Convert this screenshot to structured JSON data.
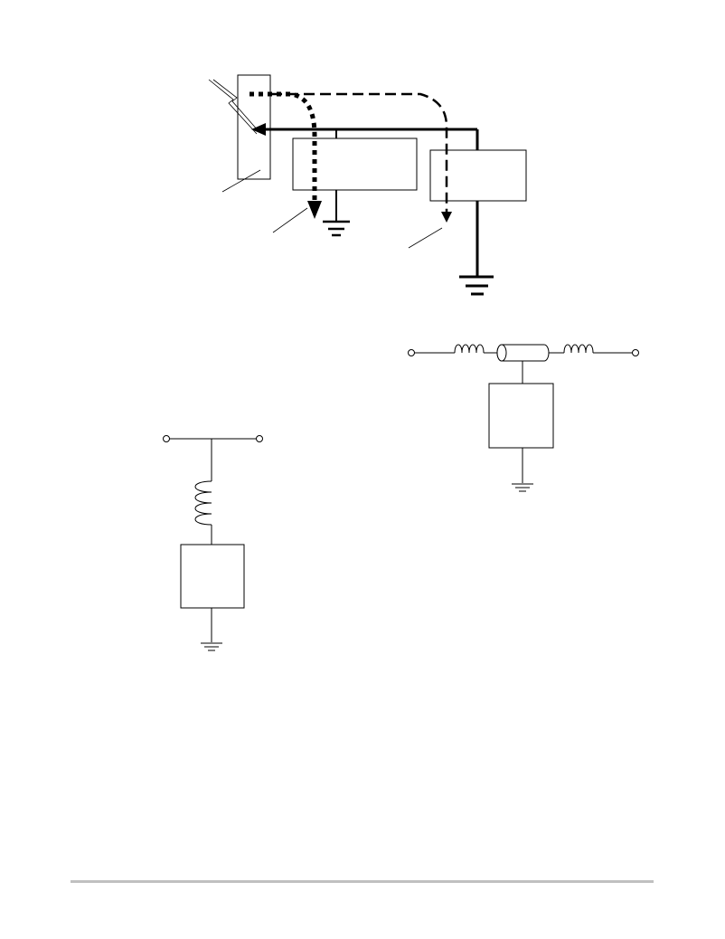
{
  "colors": {
    "ink": "#000000",
    "background": "#ffffff",
    "footer_rule": "#c0c0c0"
  },
  "diagrams": [
    {
      "id": "esd-current-path",
      "elements": [
        "connector-pin",
        "esd-zap-symbol",
        "component-box-1",
        "component-box-2",
        "signal-trace-arrow",
        "dotted-current-path",
        "dashed-current-path",
        "ground-symbol-1",
        "ground-symbol-2",
        "leader-lines"
      ]
    },
    {
      "id": "inductor-shunt-circuit",
      "elements": [
        "input-terminal",
        "output-terminal",
        "series-line",
        "vertical-inductor",
        "protection-device-box",
        "ground-symbol"
      ]
    },
    {
      "id": "transmission-line-circuit",
      "elements": [
        "input-terminal",
        "output-terminal",
        "series-inductor-left",
        "coaxial-line",
        "series-inductor-right",
        "protection-device-box",
        "ground-symbol"
      ]
    }
  ]
}
